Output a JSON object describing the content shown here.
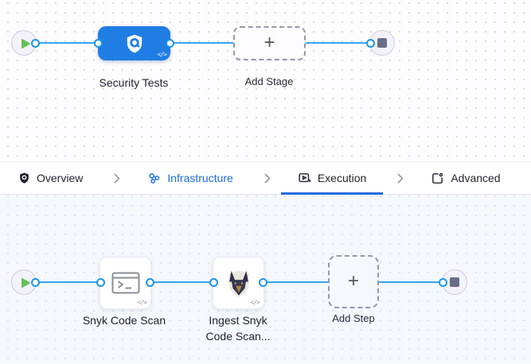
{
  "glyphs": {
    "plus": "+",
    "code": "</>"
  },
  "stage_pipeline": {
    "stage_label": "Security Tests",
    "add_stage_label": "Add Stage"
  },
  "tab_bar": {
    "tabs": [
      {
        "label": "Overview",
        "icon": "shield-icon",
        "state": "default"
      },
      {
        "label": "Infrastructure",
        "icon": "infrastructure-icon",
        "state": "link"
      },
      {
        "label": "Execution",
        "icon": "execution-icon",
        "state": "active"
      },
      {
        "label": "Advanced",
        "icon": "advanced-icon",
        "state": "default"
      }
    ],
    "active_tab": "Execution"
  },
  "execution_pipeline": {
    "steps": [
      {
        "label": "Snyk Code Scan",
        "icon": "terminal-icon"
      },
      {
        "label_line1": "Ingest Snyk",
        "label_line2": "Code Scan...",
        "icon": "snyk-dog-icon"
      }
    ],
    "add_step_label": "Add Step"
  },
  "colors": {
    "stage_node_blue": "#1f7de4",
    "connector_line_blue": "#38a5f2",
    "port_border_blue": "#1e96e6",
    "active_tab_underline": "#1b6ce0",
    "infrastructure_link_blue": "#1a6ee4",
    "play_triangle_green": "#66c05a",
    "stop_square_gray": "#6a6d87",
    "canvas_top_bg": "#fdfdff",
    "canvas_bottom_bg": "#f5f8fd"
  }
}
